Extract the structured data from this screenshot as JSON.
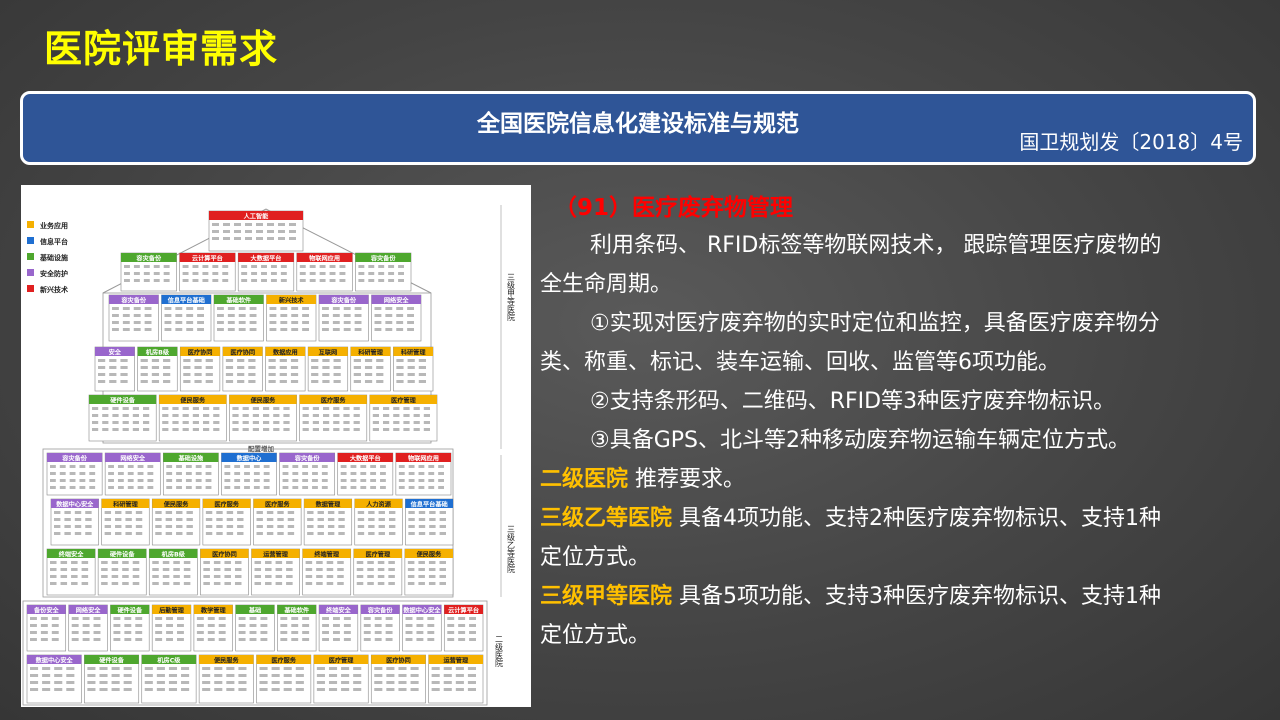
{
  "slide_title": "医院评审需求",
  "banner": {
    "title": "全国医院信息化建设标准与规范",
    "subtitle": "国卫规划发〔2018〕4号"
  },
  "figure": {
    "legend": [
      {
        "label": "业务应用",
        "color": "#f5b000"
      },
      {
        "label": "信息平台",
        "color": "#1f6fd1"
      },
      {
        "label": "基础设施",
        "color": "#4ea72e"
      },
      {
        "label": "安全防护",
        "color": "#9966cc"
      },
      {
        "label": "新兴技术",
        "color": "#e02020"
      }
    ],
    "tier_labels": [
      "三级甲等医院",
      "三级乙等医院",
      "二级医院"
    ],
    "tier1_roof": "人工智能",
    "tier1_row1": [
      "容灾备份",
      "云计算平台",
      "大数据平台",
      "物联网应用",
      "容灾备份"
    ],
    "tier1_row2": [
      "容灾备份",
      "信息平台基础",
      "基础软件",
      "新兴技术",
      "容灾备份",
      "网络安全"
    ],
    "tier1_row3": [
      "安全",
      "机房B级",
      "医疗协同",
      "医疗协同",
      "数据应用",
      "互联网",
      "科研管理",
      "科研管理"
    ],
    "tier1_row4": [
      "硬件设备",
      "便民服务",
      "便民服务",
      "医疗服务",
      "医疗管理"
    ],
    "tier1_footer": "配置增加",
    "tier2_row1": [
      "容灾备份",
      "网络安全",
      "基础设施",
      "数据中心",
      "容灾备份",
      "大数据平台",
      "物联网应用"
    ],
    "tier2_row2": [
      "数据中心安全",
      "科研管理",
      "便民服务",
      "医疗服务",
      "医疗服务",
      "数据管理",
      "人力资源",
      "信息平台基础"
    ],
    "tier2_row3": [
      "终端安全",
      "硬件设备",
      "机房B级",
      "医疗协同",
      "运营管理",
      "终端管理",
      "医疗管理",
      "便民服务"
    ],
    "tier3_row1": [
      "备份安全",
      "网络安全",
      "硬件设备",
      "后勤管理",
      "教学管理",
      "基础",
      "基础软件",
      "终端安全",
      "容灾备份",
      "数据中心安全",
      "云计算平台"
    ],
    "tier3_row2": [
      "数据中心安全",
      "硬件设备",
      "机房C级",
      "便民服务",
      "医疗服务",
      "医疗管理",
      "医疗协同",
      "运营管理"
    ]
  },
  "content": {
    "section_title": "（91）医疗废弃物管理",
    "intro_1": "利用条码、 RFID标签等物联网技术， 跟踪管理医疗废物的",
    "intro_2": "全生命周期。",
    "item1_1": "①实现对医疗废弃物的实时定位和监控，具备医疗废弃物分",
    "item1_2": "类、称重、标记、装车运输、回收、监管等6项功能。",
    "item2": "②支持条形码、二维码、RFID等3种医疗废弃物标识。",
    "item3": "③具备GPS、北斗等2种移动废弃物运输车辆定位方式。",
    "level2_name": "二级医院",
    "level2_text": " 推荐要求。",
    "level3b_name": "三级乙等医院",
    "level3b_text": " 具备4项功能、支持2种医疗废弃物标识、支持1种",
    "level3b_text_2": "定位方式。",
    "level3a_name": "三级甲等医院",
    "level3a_text": " 具备5项功能、支持3种医疗废弃物标识、支持1种",
    "level3a_text_2": "定位方式。"
  }
}
